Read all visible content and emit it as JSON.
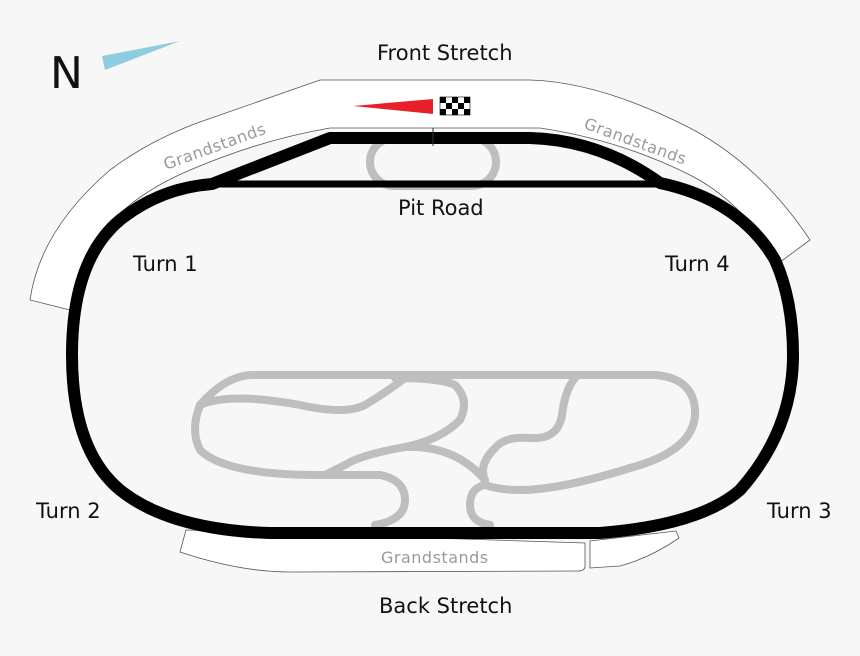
{
  "labels": {
    "north": "N",
    "front_stretch": "Front Stretch",
    "pit_road": "Pit Road",
    "turn1": "Turn 1",
    "turn2": "Turn 2",
    "turn3": "Turn 3",
    "turn4": "Turn 4",
    "back_stretch": "Back Stretch",
    "grandstands_left": "Grandstands",
    "grandstands_right": "Grandstands",
    "grandstands_back": "Grandstands"
  },
  "colors": {
    "background": "#f7f7f7",
    "track": "#000000",
    "infield_road": "#bdbebf",
    "north_arrow": "#8ecde0",
    "start_arrow": "#e8202a"
  }
}
